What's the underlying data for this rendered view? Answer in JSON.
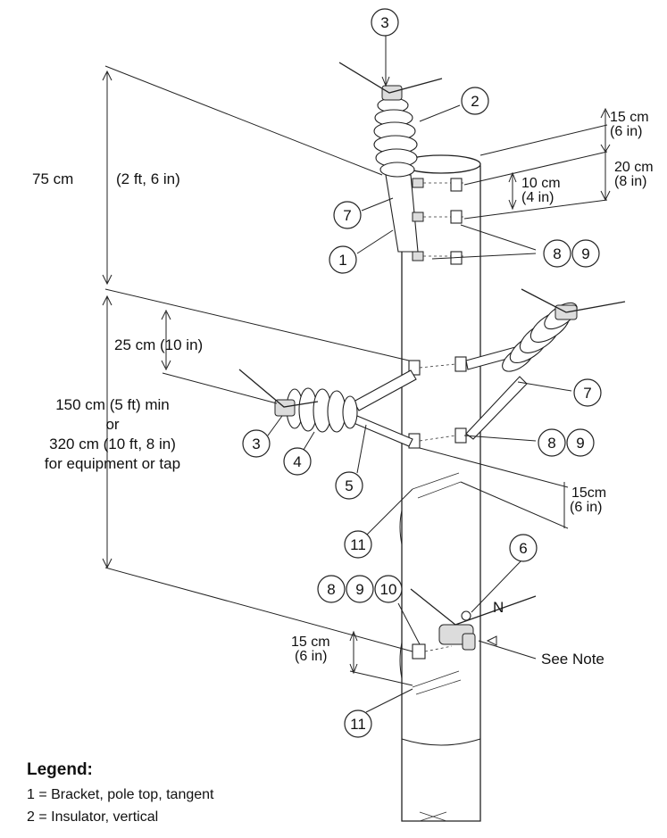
{
  "dimensions": {
    "d75_cm": "75 cm",
    "d75_imperial": "(2 ft, 6 in)",
    "d15_top_cm": "15 cm",
    "d15_top_in": "(6 in)",
    "d20_cm": "20 cm",
    "d20_in": "(8 in)",
    "d10_cm": "10 cm",
    "d10_in": "(4 in)",
    "d25": "25 cm (10 in)",
    "d150_line1": "150 cm (5 ft) min",
    "d150_line2": "or",
    "d150_line3": "320 cm (10 ft, 8 in)",
    "d150_line4": "for equipment or tap",
    "d15_mid_cm": "15cm",
    "d15_mid_in": "(6 in)",
    "d15_low_cm": "15 cm",
    "d15_low_in": "(6 in)"
  },
  "callouts": {
    "c3_top": "3",
    "c2": "2",
    "c7_top": "7",
    "c1": "1",
    "c8_top": "8",
    "c9_top": "9",
    "c7_mid": "7",
    "c8_mid": "8",
    "c9_mid": "9",
    "c3_left": "3",
    "c4": "4",
    "c5": "5",
    "c11_upper": "11",
    "c6": "6",
    "c8_low": "8",
    "c9_low": "9",
    "c10": "10",
    "c11_lower": "11"
  },
  "labels": {
    "n_label": "N",
    "see_note": "See Note"
  },
  "legend": {
    "title": "Legend:",
    "items": [
      "1 = Bracket, pole top, tangent",
      "2 = Insulator, vertical"
    ]
  }
}
